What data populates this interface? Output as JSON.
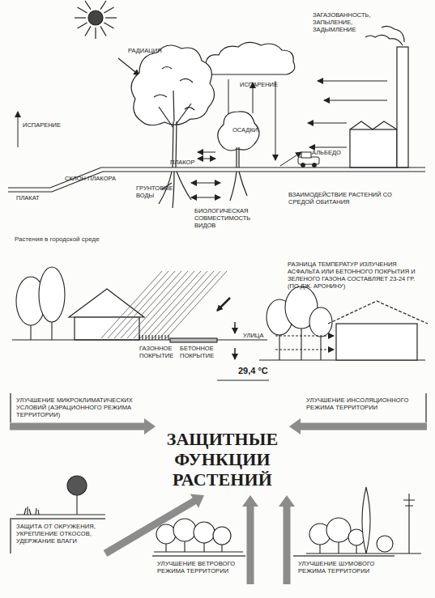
{
  "diagram": {
    "caption": "Растения в городской среде",
    "nodes": [
      {
        "text": [
          "УЛУЧШЕНИЕ МИКРОКЛИМАТИЧЕСКИХ УСЛОВИЙ (АЭРАЦИОННОГО РЕЖИМА ТЕРРИТОРИИ)"
        ]
      },
      {
        "text": [
          "УЛУЧШЕНИЕ ИНСОЛЯЦИОННОГО РЕЖИМА ТЕРРИТОРИИ"
        ]
      },
      {
        "text": [
          "ЗАЩИТНЫЕ ФУНКЦИИ РАСТЕНИЙ"
        ]
      },
      {
        "text": [
          "ЗАЩИТА ОТ ОКРУЖЕНИЯ, УКРЕПЛЕНИЕ ОТКОСОВ, УДЕРЖАНИЕ ВЛАГИ"
        ]
      },
      {
        "text": [
          "УЛУЧШЕНИЕ ВЕТРОВОГО РЕЖИМА ТЕРРИТОРИИ"
        ]
      },
      {
        "text": [
          "УЛУЧШЕНИЕ ШУМОВОГО РЕЖИМА ТЕРРИТОРИИ"
        ]
      }
    ],
    "edges": [
      {
        "from": 0,
        "to": 2,
        "arrow": "to"
      },
      {
        "from": 1,
        "to": 2,
        "arrow": "to"
      },
      {
        "from": 3,
        "to": 2,
        "arrow": "to"
      },
      {
        "from": 4,
        "to": 2,
        "arrow": "to"
      },
      {
        "from": 5,
        "to": 2,
        "arrow": "to"
      }
    ],
    "labels": [
      "ЗАГАЗОВАННОСТЬ, ЗАПЫЛЕНИЕ, ЗАДЫМЛЕНИЕ",
      "РАДИАЦИЯ",
      "ИСПАРЕНИЕ",
      "ИСПАРЕНИЕ",
      "ОСАДКИ",
      "АЛЬБЕДО",
      "ПЛАКОР",
      "СКЛОН ПЛАКОРА",
      "ГРУНТОВЫЕ ВОДЫ",
      "ПЛАКАТ",
      "ВЗАИМОДЕЙСТВИЕ РАСТЕНИЙ СО СРЕДОЙ ОБИТАНИЯ",
      "БИОЛОГИЧЕСКАЯ СОВМЕСТИМОСТЬ ВИДОВ",
      "РАЗНИЦА ТЕМПЕРАТУР ИЗЛУЧЕНИЯ АСФАЛЬТА ИЛИ БЕТОННОГО ПОКРЫТИЯ И ЗЕЛЕНОГО ГАЗОНА СОСТАВЛЯЕТ 23-24 ГР. (ПО ДЖ. АРОНИНУ)",
      "ГАЗОННОЕ ПОКРЫТИЕ",
      "БЕТОННОЕ ПОКРЫТИЕ",
      "УЛИЦА",
      "29,4 °C"
    ]
  }
}
